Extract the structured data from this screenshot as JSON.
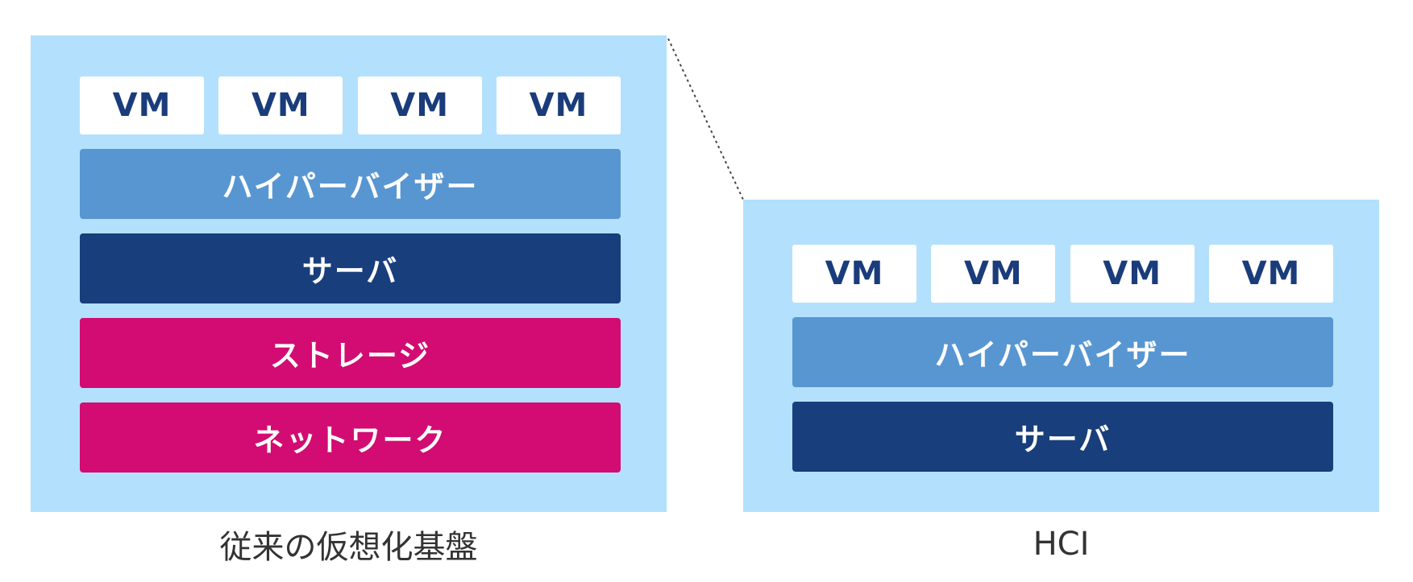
{
  "traditional": {
    "caption": "従来の仮想化基盤",
    "vms": [
      "VM",
      "VM",
      "VM",
      "VM"
    ],
    "layers": {
      "hypervisor": "ハイパーバイザー",
      "server": "サーバ",
      "storage": "ストレージ",
      "network": "ネットワーク"
    }
  },
  "hci": {
    "caption": "HCI",
    "vms": [
      "VM",
      "VM",
      "VM",
      "VM"
    ],
    "layers": {
      "hypervisor": "ハイパーバイザー",
      "server": "サーバ"
    }
  },
  "colors": {
    "panel_background": "#b3e1fd",
    "vm_box": "#ffffff",
    "vm_text": "#1a3c7b",
    "hypervisor": "#5896d2",
    "server": "#183e7c",
    "storage": "#d20c72",
    "network": "#d20c72",
    "caption_text": "#333333"
  }
}
